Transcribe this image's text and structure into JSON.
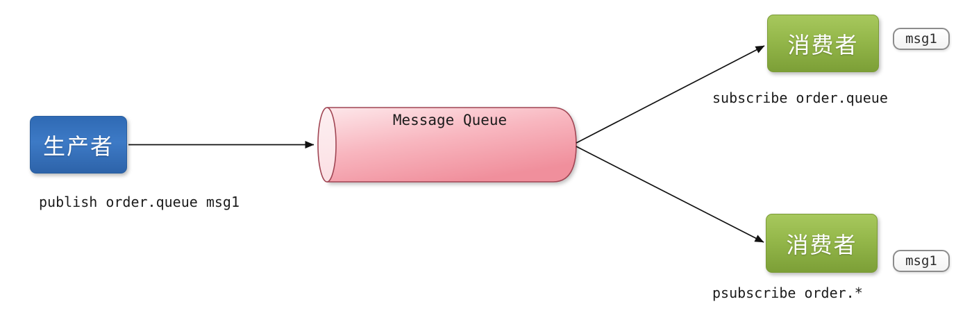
{
  "diagram": {
    "producer": {
      "label": "生产者",
      "annotation": "publish order.queue msg1"
    },
    "queue": {
      "label": "Message Queue"
    },
    "consumers": [
      {
        "label": "消费者",
        "annotation": "subscribe order.queue",
        "badge": "msg1"
      },
      {
        "label": "消费者",
        "annotation": "psubscribe order.*",
        "badge": "msg1"
      }
    ],
    "colors": {
      "producer_blue": "#3d7ac6",
      "consumer_green": "#94b74a",
      "queue_pink_light": "#fde8eb",
      "queue_pink_dark": "#f08f9c",
      "queue_outline": "#a04553",
      "arrow": "#111111",
      "badge_border": "#8c8c8c",
      "background": "#ffffff"
    }
  }
}
